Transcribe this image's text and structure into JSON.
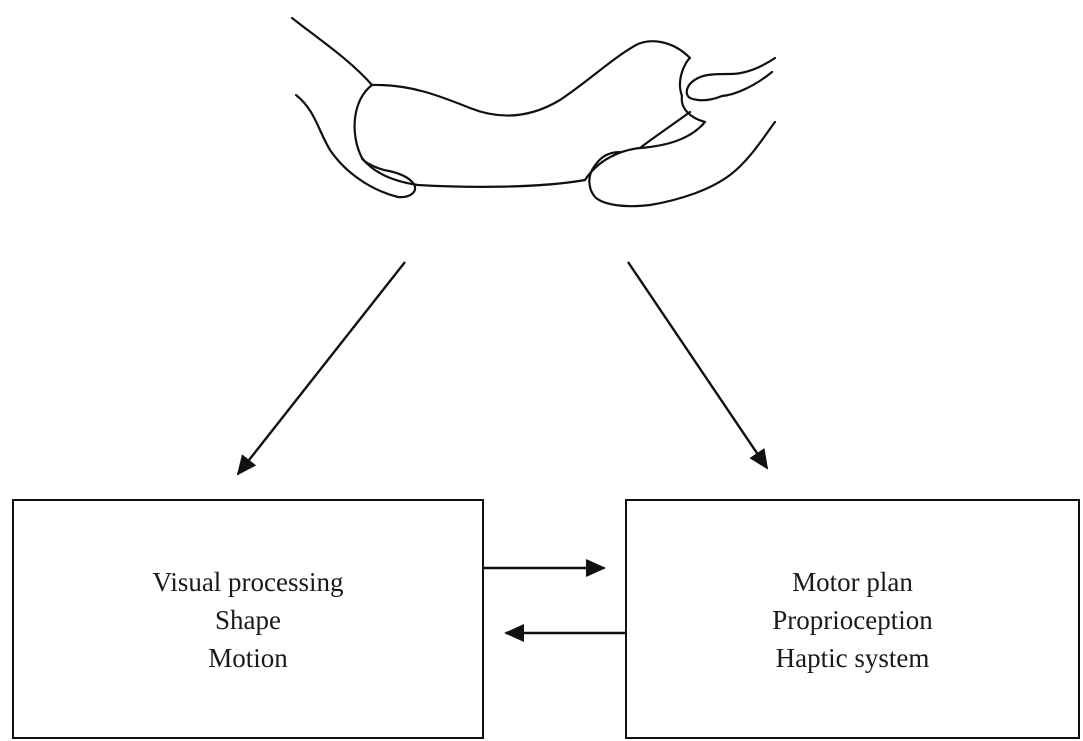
{
  "diagram": {
    "left_box": {
      "lines": [
        "Visual processing",
        "Shape",
        "Motion"
      ]
    },
    "right_box": {
      "lines": [
        "Motor plan",
        "Proprioception",
        "Haptic system"
      ]
    }
  },
  "colors": {
    "stroke": "#111111",
    "text": "#1a1a1a",
    "background": "#ffffff"
  },
  "icons": {
    "illustration": "hands-holding-object-sketch"
  }
}
